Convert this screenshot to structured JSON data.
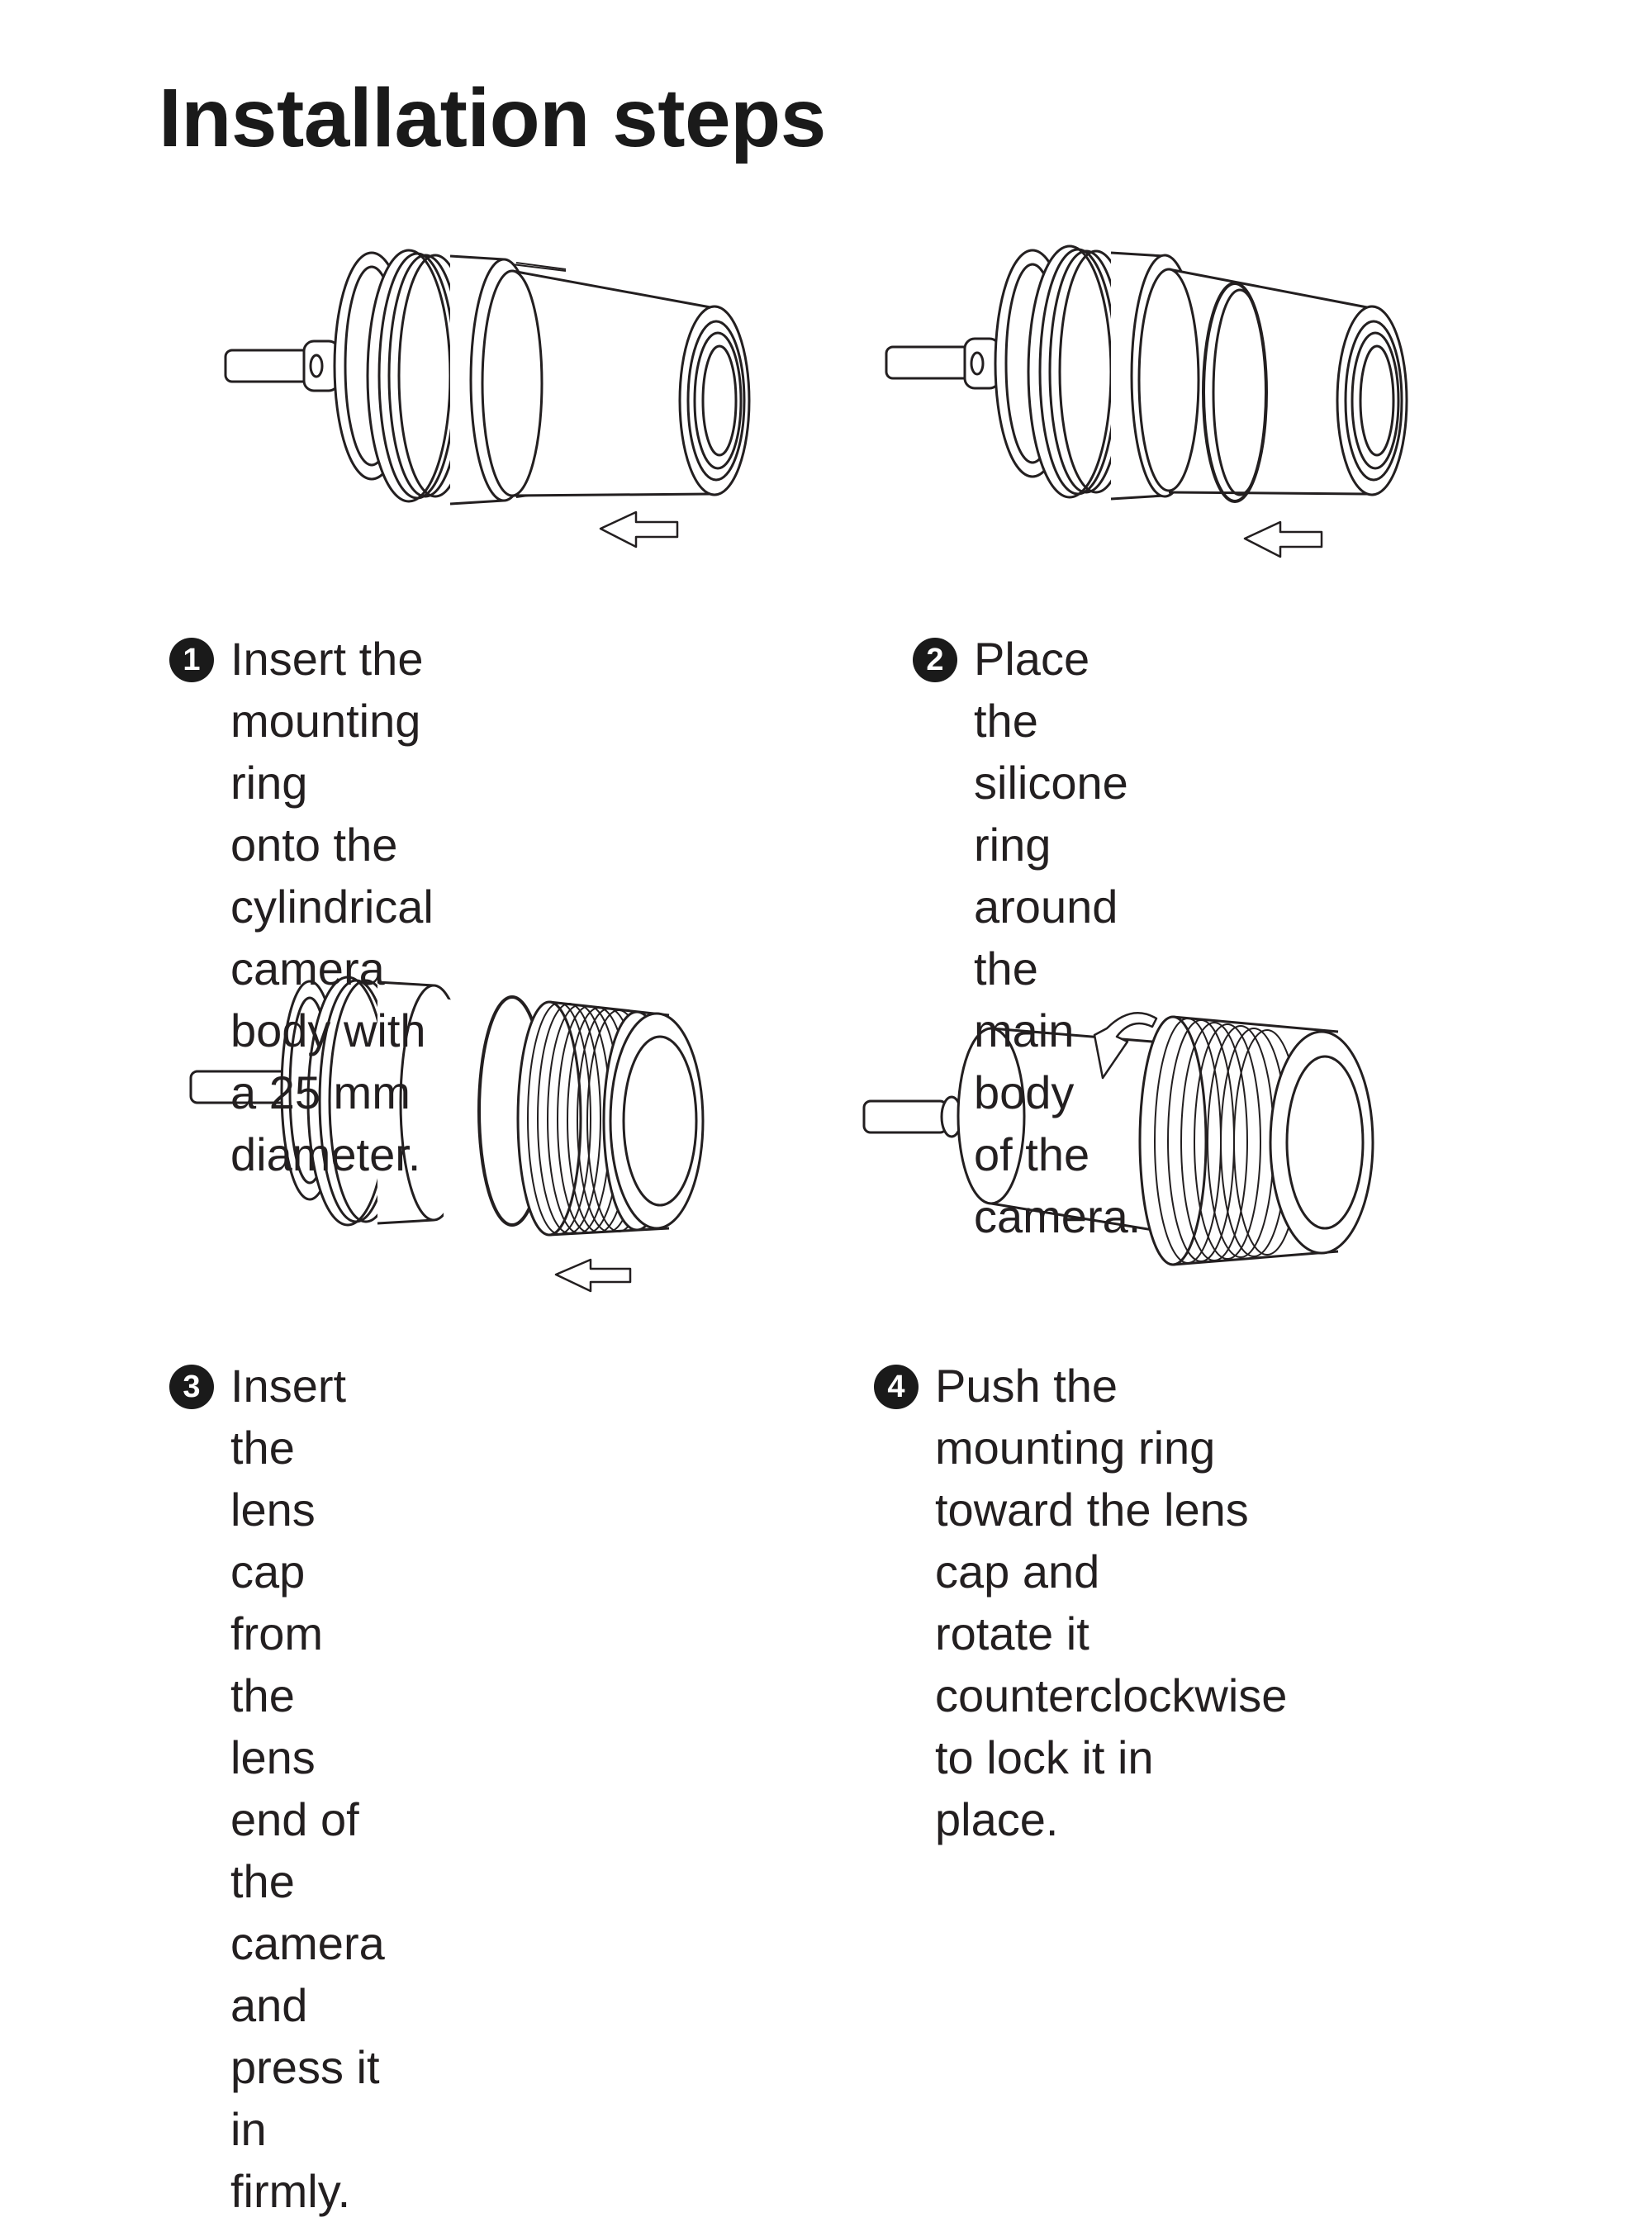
{
  "title": "Installation steps",
  "steps": [
    {
      "number": "1",
      "text": "Insert the mounting ring\nonto the cylindrical camera\nbody with a 25 mm diameter.",
      "illustration": "camera-with-mounting-ring",
      "arrow": "push-left"
    },
    {
      "number": "2",
      "text": "Place the silicone ring\naround the main body\nof the camera.",
      "illustration": "camera-with-silicone-ring",
      "arrow": "push-left"
    },
    {
      "number": "3",
      "text": "Insert the lens cap from\nthe lens end of the camera\nand press it in firmly.",
      "illustration": "camera-with-lens-cap",
      "arrow": "push-left"
    },
    {
      "number": "4",
      "text": "Push the mounting ring\ntoward the lens cap and\nrotate it counterclockwise\nto lock it in place.",
      "illustration": "camera-assembled",
      "arrow": "rotate-counterclockwise"
    }
  ],
  "colors": {
    "ink": "#231f20",
    "paper": "#ffffff",
    "badge": "#1a1a1a"
  }
}
